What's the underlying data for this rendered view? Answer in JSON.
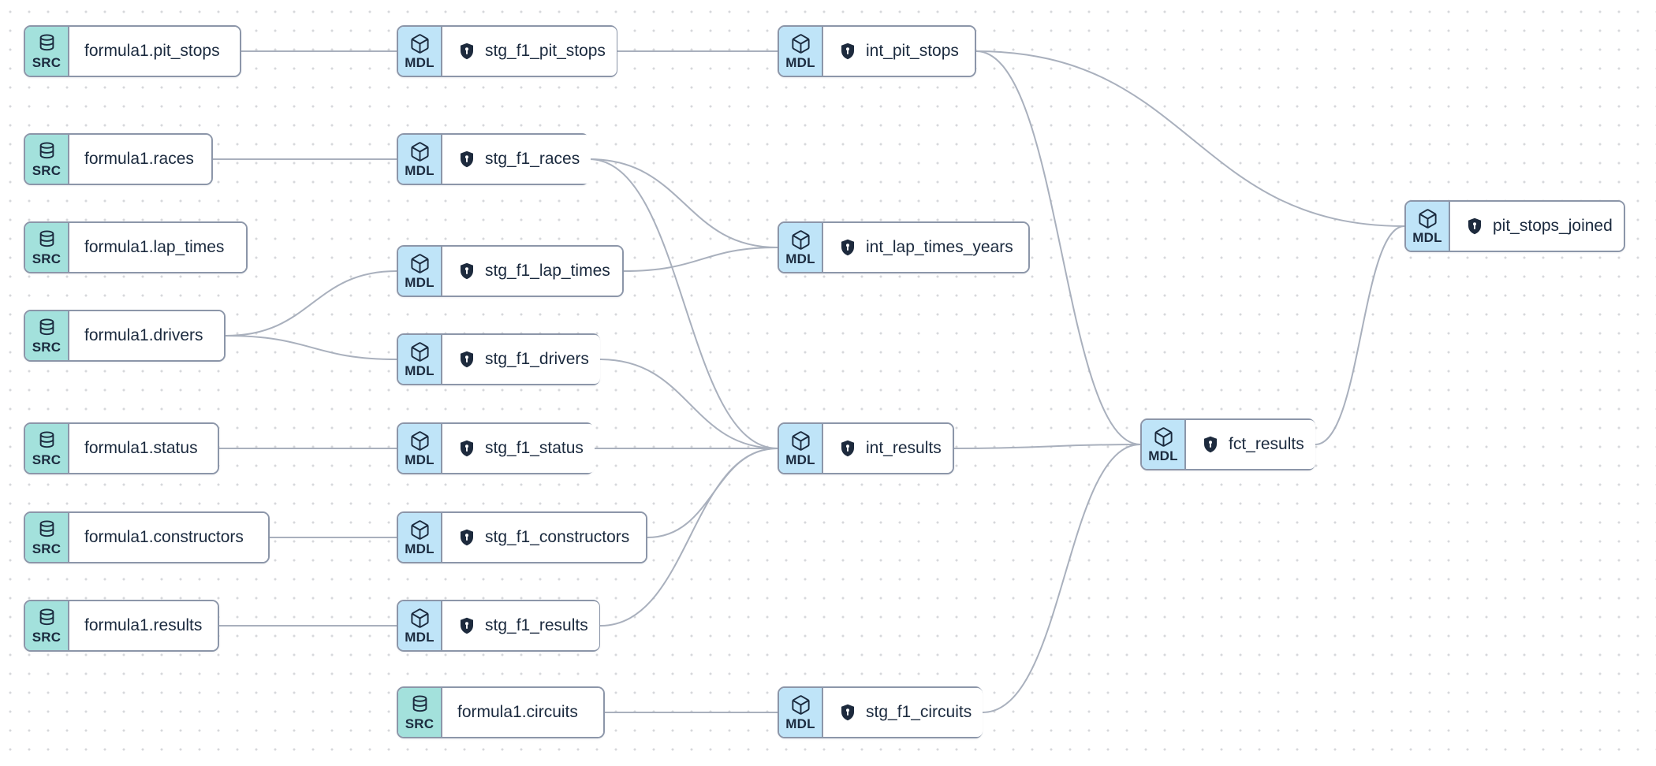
{
  "badges": {
    "source": "SRC",
    "model": "MDL"
  },
  "nodes": [
    {
      "id": "formula1.pit_stops",
      "label": "formula1.pit_stops",
      "type": "source"
    },
    {
      "id": "formula1.races",
      "label": "formula1.races",
      "type": "source"
    },
    {
      "id": "formula1.lap_times",
      "label": "formula1.lap_times",
      "type": "source"
    },
    {
      "id": "formula1.drivers",
      "label": "formula1.drivers",
      "type": "source"
    },
    {
      "id": "formula1.status",
      "label": "formula1.status",
      "type": "source"
    },
    {
      "id": "formula1.constructors",
      "label": "formula1.constructors",
      "type": "source"
    },
    {
      "id": "formula1.results",
      "label": "formula1.results",
      "type": "source"
    },
    {
      "id": "formula1.circuits",
      "label": "formula1.circuits",
      "type": "source"
    },
    {
      "id": "stg_f1_pit_stops",
      "label": "stg_f1_pit_stops",
      "type": "model"
    },
    {
      "id": "stg_f1_races",
      "label": "stg_f1_races",
      "type": "model"
    },
    {
      "id": "stg_f1_lap_times",
      "label": "stg_f1_lap_times",
      "type": "model"
    },
    {
      "id": "stg_f1_drivers",
      "label": "stg_f1_drivers",
      "type": "model"
    },
    {
      "id": "stg_f1_status",
      "label": "stg_f1_status",
      "type": "model"
    },
    {
      "id": "stg_f1_constructors",
      "label": "stg_f1_constructors",
      "type": "model"
    },
    {
      "id": "stg_f1_results",
      "label": "stg_f1_results",
      "type": "model"
    },
    {
      "id": "stg_f1_circuits",
      "label": "stg_f1_circuits",
      "type": "model"
    },
    {
      "id": "int_pit_stops",
      "label": "int_pit_stops",
      "type": "model"
    },
    {
      "id": "int_lap_times_years",
      "label": "int_lap_times_years",
      "type": "model"
    },
    {
      "id": "int_results",
      "label": "int_results",
      "type": "model"
    },
    {
      "id": "fct_results",
      "label": "fct_results",
      "type": "model"
    },
    {
      "id": "pit_stops_joined",
      "label": "pit_stops_joined",
      "type": "model"
    }
  ],
  "edges": [
    {
      "source": "formula1.pit_stops",
      "target": "stg_f1_pit_stops"
    },
    {
      "source": "stg_f1_pit_stops",
      "target": "int_pit_stops"
    },
    {
      "source": "int_pit_stops",
      "target": "pit_stops_joined"
    },
    {
      "source": "int_pit_stops",
      "target": "fct_results"
    },
    {
      "source": "formula1.races",
      "target": "stg_f1_races"
    },
    {
      "source": "stg_f1_races",
      "target": "int_lap_times_years"
    },
    {
      "source": "stg_f1_races",
      "target": "int_results"
    },
    {
      "source": "stg_f1_lap_times",
      "target": "int_lap_times_years"
    },
    {
      "source": "formula1.drivers",
      "target": "stg_f1_lap_times"
    },
    {
      "source": "formula1.drivers",
      "target": "stg_f1_drivers"
    },
    {
      "source": "stg_f1_drivers",
      "target": "int_results"
    },
    {
      "source": "formula1.status",
      "target": "stg_f1_status"
    },
    {
      "source": "stg_f1_status",
      "target": "int_results"
    },
    {
      "source": "formula1.constructors",
      "target": "stg_f1_constructors"
    },
    {
      "source": "stg_f1_constructors",
      "target": "int_results"
    },
    {
      "source": "formula1.results",
      "target": "stg_f1_results"
    },
    {
      "source": "stg_f1_results",
      "target": "int_results"
    },
    {
      "source": "formula1.circuits",
      "target": "stg_f1_circuits"
    },
    {
      "source": "stg_f1_circuits",
      "target": "fct_results"
    },
    {
      "source": "int_results",
      "target": "fct_results"
    },
    {
      "source": "fct_results",
      "target": "pit_stops_joined"
    }
  ],
  "icons": {
    "source_badge": "database-icon",
    "model_badge": "cube-icon",
    "model_label": "shield-lock-icon"
  },
  "colors": {
    "source_badge_bg": "#a3e1dc",
    "model_badge_bg": "#bfe4f8",
    "node_border": "#8c96a9",
    "edge": "#a9b0bd",
    "text": "#1b2a3e",
    "dot_grid": "#d6d8db",
    "background": "#ffffff"
  }
}
